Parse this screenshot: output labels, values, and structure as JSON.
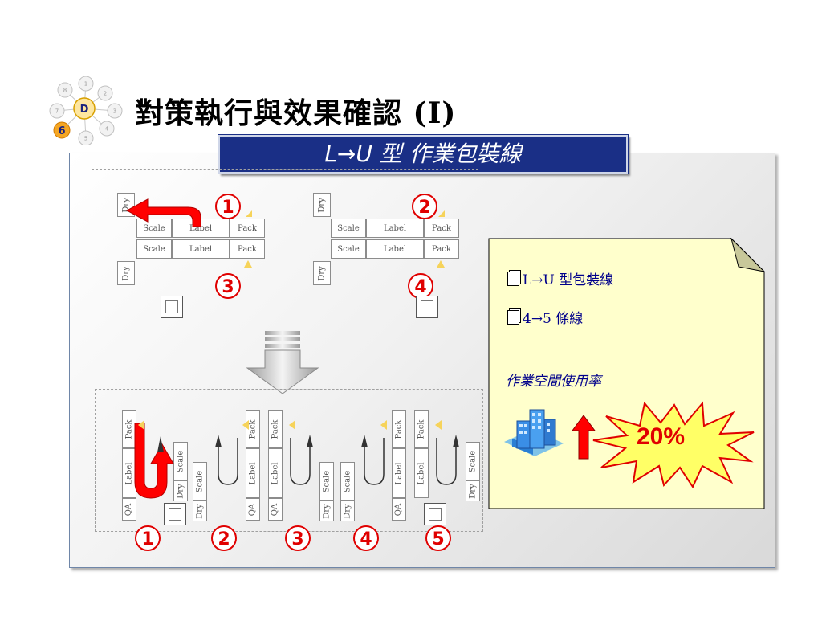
{
  "title": "對策執行與效果確認 (I)",
  "banner": "L→U  型 作業包裝線",
  "logo": {
    "center": "D",
    "badge": "6",
    "numbers": [
      "1",
      "2",
      "3",
      "4",
      "5",
      "7",
      "8"
    ]
  },
  "top_layout": {
    "labels": {
      "dry": "Dry",
      "scale": "Scale",
      "label": "Label",
      "pack": "Pack"
    },
    "markers": [
      "1",
      "2",
      "3",
      "4"
    ]
  },
  "bottom_layout": {
    "labels": {
      "pack": "Pack",
      "label": "Label",
      "qa": "QA",
      "scale": "Scale",
      "dry": "Dry"
    },
    "markers": [
      "1",
      "2",
      "3",
      "4",
      "5"
    ]
  },
  "note": {
    "line1": "L→U 型包裝線",
    "line2": "4→5 條線",
    "line3": "作業空間使用率",
    "percent": "20%"
  },
  "colors": {
    "accent": "#e00000",
    "banner": "#1a2f86",
    "note": "#ffffcc",
    "note_text": "#00008b"
  }
}
